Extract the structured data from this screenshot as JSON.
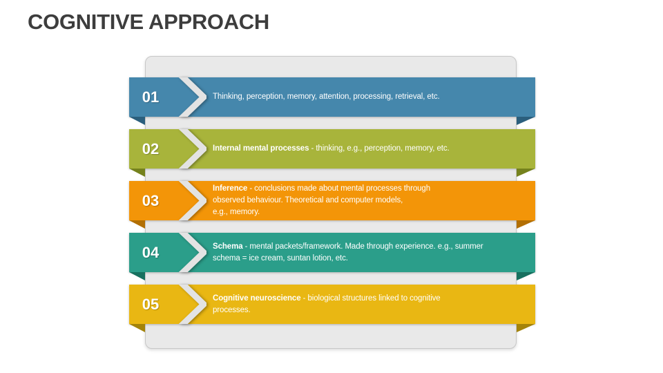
{
  "title": "COGNITIVE APPROACH",
  "colors": {
    "title": "#3d3d3d",
    "slide_bg": "#ffffff",
    "panel_bg": "#e9e9e9",
    "panel_border": "#c7c7c7",
    "chevron": "#e3e3e3",
    "step_text": "#ffffff"
  },
  "steps": [
    {
      "number": "01",
      "lead": "",
      "rest": "Thinking, perception, memory, attention, processing, retrieval, etc.",
      "bar_color": "#4587ac",
      "fold_color": "#2b5f7d"
    },
    {
      "number": "02",
      "lead": "Internal mental processes",
      "rest": " - thinking, e.g., perception, memory, etc.",
      "bar_color": "#a8b43b",
      "fold_color": "#75821d"
    },
    {
      "number": "03",
      "lead": "Inference",
      "rest": " - conclusions made about mental processes through\nobserved behaviour. Theoretical and computer models,\ne.g., memory.",
      "bar_color": "#f39508",
      "fold_color": "#b26f04"
    },
    {
      "number": "04",
      "lead": "Schema",
      "rest": " - mental packets/framework. Made through experience. e.g., summer\nschema = ice cream, suntan lotion, etc.",
      "bar_color": "#2b9e8a",
      "fold_color": "#17705f"
    },
    {
      "number": "05",
      "lead": "Cognitive neuroscience",
      "rest": " - biological structures linked to cognitive\nprocesses.",
      "bar_color": "#e9b713",
      "fold_color": "#a3830a"
    }
  ]
}
